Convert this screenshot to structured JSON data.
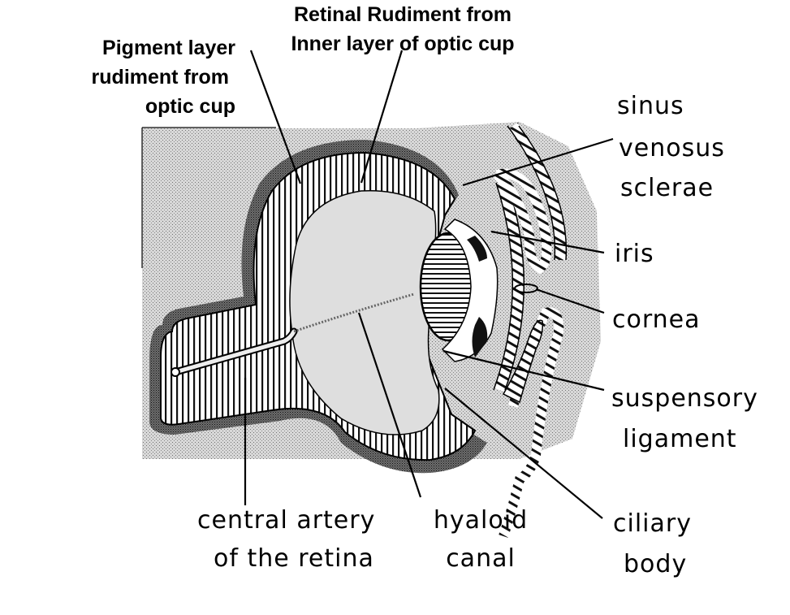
{
  "diagram": {
    "subject": "Developing eye (optic cup, lens, cornea)",
    "top_labels": {
      "pigment_layer": [
        "Pigment layer",
        "rudiment from",
        "optic cup"
      ],
      "retinal_rudiment": [
        "Retinal Rudiment from",
        "Inner layer of optic cup"
      ]
    },
    "right_labels": {
      "sinus_venosus_sclerae": [
        "sinus",
        "venosus",
        "sclerae"
      ],
      "iris": [
        "iris"
      ],
      "cornea": [
        "cornea"
      ],
      "suspensory_ligament": [
        "suspensory",
        "ligament"
      ],
      "ciliary_body": [
        "ciliary",
        "body"
      ]
    },
    "bottom_labels": {
      "central_artery": [
        "central artery",
        "of the retina"
      ],
      "hyaloid_canal": [
        "hyaloid",
        "canal"
      ]
    },
    "colors": {
      "ink": "#000000",
      "stipple_background": "#c9c9c9",
      "vitreous": "#dcdcdc",
      "paper": "#ffffff"
    }
  }
}
